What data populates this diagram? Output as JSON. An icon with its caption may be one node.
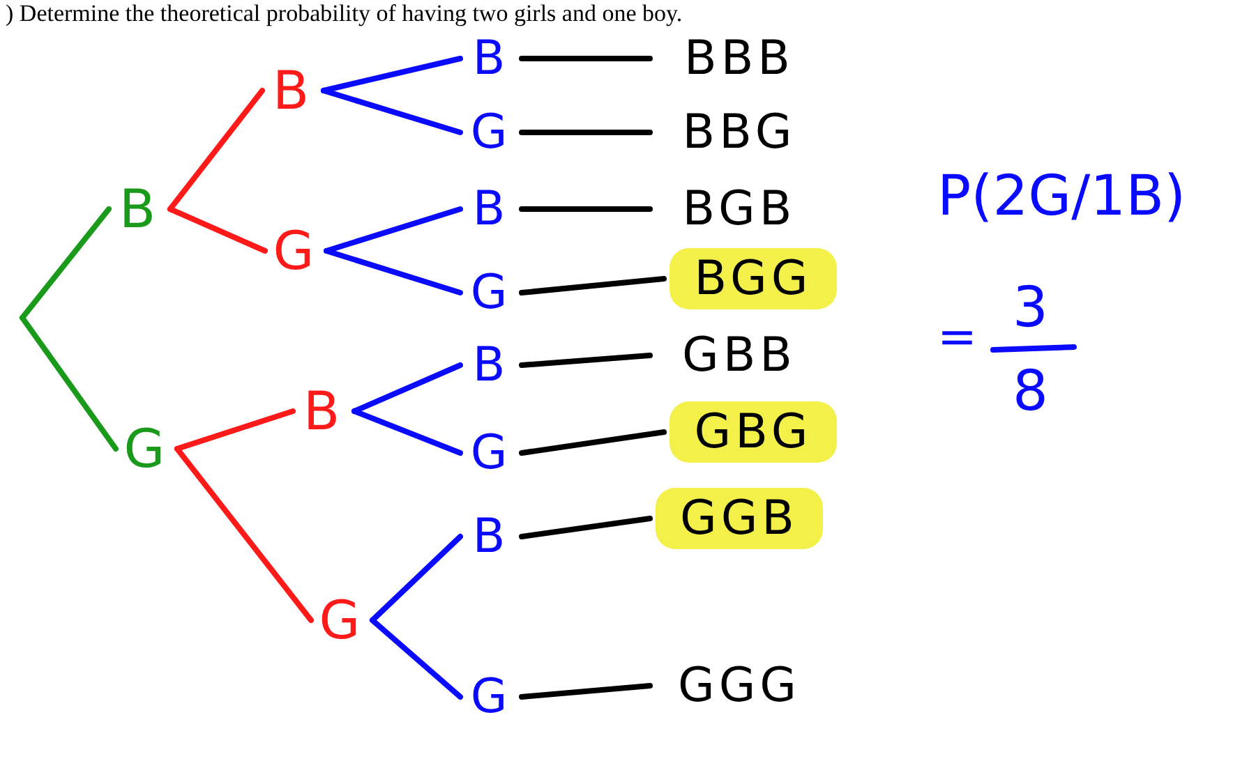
{
  "diagram": {
    "title": ") Determine the theoretical probability of having two girls and one boy.",
    "nodes": [
      {
        "text": [
          "B"
        ]
      },
      {
        "text": [
          "G"
        ]
      },
      {
        "text": [
          "B"
        ]
      },
      {
        "text": [
          "G"
        ]
      },
      {
        "text": [
          "B"
        ]
      },
      {
        "text": [
          "G"
        ]
      },
      {
        "text": [
          "B"
        ]
      },
      {
        "text": [
          "G"
        ]
      },
      {
        "text": [
          "B"
        ]
      },
      {
        "text": [
          "G"
        ]
      },
      {
        "text": [
          "B"
        ]
      },
      {
        "text": [
          "G"
        ]
      },
      {
        "text": [
          "B"
        ]
      },
      {
        "text": [
          "G"
        ]
      },
      {
        "text": [
          "BBB"
        ]
      },
      {
        "text": [
          "BBG"
        ]
      },
      {
        "text": [
          "BGB"
        ]
      },
      {
        "text": [
          "BGG"
        ]
      },
      {
        "text": [
          "GBB"
        ]
      },
      {
        "text": [
          "GBG"
        ]
      },
      {
        "text": [
          "GGB"
        ]
      },
      {
        "text": [
          "GGG"
        ]
      }
    ],
    "edges": [
      {
        "from": null,
        "to": 0,
        "arrow": "none",
        "color": "#1a9a1a"
      },
      {
        "from": null,
        "to": 1,
        "arrow": "none",
        "color": "#1a9a1a"
      },
      {
        "from": 0,
        "to": 2,
        "arrow": "none",
        "color": "#ff1a1a"
      },
      {
        "from": 0,
        "to": 3,
        "arrow": "none",
        "color": "#ff1a1a"
      },
      {
        "from": 1,
        "to": 4,
        "arrow": "none",
        "color": "#ff1a1a"
      },
      {
        "from": 1,
        "to": 5,
        "arrow": "none",
        "color": "#ff1a1a"
      },
      {
        "from": 2,
        "to": 6,
        "arrow": "none",
        "color": "#0a0aff"
      },
      {
        "from": 2,
        "to": 7,
        "arrow": "none",
        "color": "#0a0aff"
      },
      {
        "from": 3,
        "to": 8,
        "arrow": "none",
        "color": "#0a0aff"
      },
      {
        "from": 3,
        "to": 9,
        "arrow": "none",
        "color": "#0a0aff"
      },
      {
        "from": 4,
        "to": 10,
        "arrow": "none",
        "color": "#0a0aff"
      },
      {
        "from": 4,
        "to": 11,
        "arrow": "none",
        "color": "#0a0aff"
      },
      {
        "from": 5,
        "to": 12,
        "arrow": "none",
        "color": "#0a0aff"
      },
      {
        "from": 5,
        "to": 13,
        "arrow": "none",
        "color": "#0a0aff"
      },
      {
        "from": 6,
        "to": 14,
        "arrow": "none",
        "color": "#000000"
      },
      {
        "from": 7,
        "to": 15,
        "arrow": "none",
        "color": "#000000"
      },
      {
        "from": 8,
        "to": 16,
        "arrow": "none",
        "color": "#000000"
      },
      {
        "from": 9,
        "to": 17,
        "arrow": "none",
        "color": "#000000"
      },
      {
        "from": 10,
        "to": 18,
        "arrow": "none",
        "color": "#000000"
      },
      {
        "from": 11,
        "to": 19,
        "arrow": "none",
        "color": "#000000"
      },
      {
        "from": 12,
        "to": 20,
        "arrow": "none",
        "color": "#000000"
      },
      {
        "from": 13,
        "to": 21,
        "arrow": "none",
        "color": "#000000"
      }
    ],
    "labels": [
      "P(2G/1B)",
      "=",
      "3",
      "8"
    ]
  }
}
